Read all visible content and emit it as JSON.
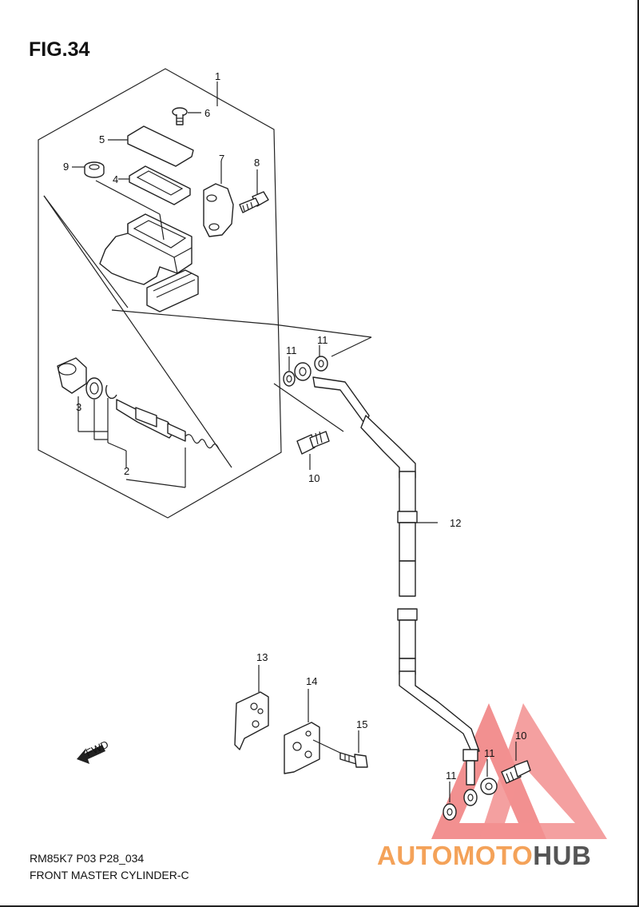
{
  "figure": {
    "title": "FIG.34",
    "model_code": "RM85K7 P03 P28_034",
    "part_name": "FRONT MASTER CYLINDER-C",
    "direction_label": "FWD"
  },
  "callouts": [
    "1",
    "2",
    "3",
    "4",
    "5",
    "6",
    "7",
    "8",
    "9",
    "10",
    "11",
    "11",
    "10",
    "12",
    "13",
    "14",
    "15",
    "10",
    "11",
    "11"
  ],
  "watermark": {
    "part1": "AUTOMOTO",
    "part2": "HUB",
    "color_primary": "#f4a259",
    "color_secondary": "#555555",
    "triangle_color": "#ee6b6b"
  },
  "colors": {
    "line": "#222222",
    "fill": "#ffffff"
  }
}
